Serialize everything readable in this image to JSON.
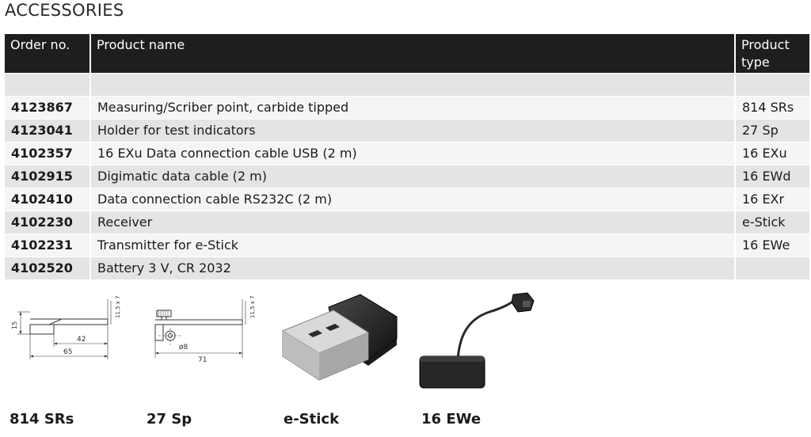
{
  "section_title": "ACCESSORIES",
  "table": {
    "headers": {
      "order_no": "Order no.",
      "product_name": "Product name",
      "product_type_line1": "Product",
      "product_type_line2": "type"
    },
    "rows": [
      {
        "order_no": "4123867",
        "name": "Measuring/Scriber point, carbide tipped",
        "type": "814 SRs"
      },
      {
        "order_no": "4123041",
        "name": "Holder for test indicators",
        "type": "27 Sp"
      },
      {
        "order_no": "4102357",
        "name": "16 EXu Data connection cable USB (2 m)",
        "type": "16 EXu"
      },
      {
        "order_no": "4102915",
        "name": "Digimatic data cable (2 m)",
        "type": "16 EWd"
      },
      {
        "order_no": "4102410",
        "name": "Data connection cable RS232C (2 m)",
        "type": "16 EXr"
      },
      {
        "order_no": "4102230",
        "name": "Receiver",
        "type": "e-Stick"
      },
      {
        "order_no": "4102231",
        "name": "Transmitter for e-Stick",
        "type": "16 EWe"
      },
      {
        "order_no": "4102520",
        "name": "Battery 3 V, CR 2032",
        "type": ""
      }
    ]
  },
  "drawings": {
    "srs": {
      "dim_15": "15",
      "dim_42": "42",
      "dim_65": "65",
      "dim_115x7": "11,5 x 7"
    },
    "sp": {
      "dim_phi8": "ø8",
      "dim_71": "71",
      "dim_115x7": "11,5 x 7"
    }
  },
  "captions": [
    "814 SRs",
    "27 Sp",
    "e-Stick",
    "16 EWe"
  ]
}
